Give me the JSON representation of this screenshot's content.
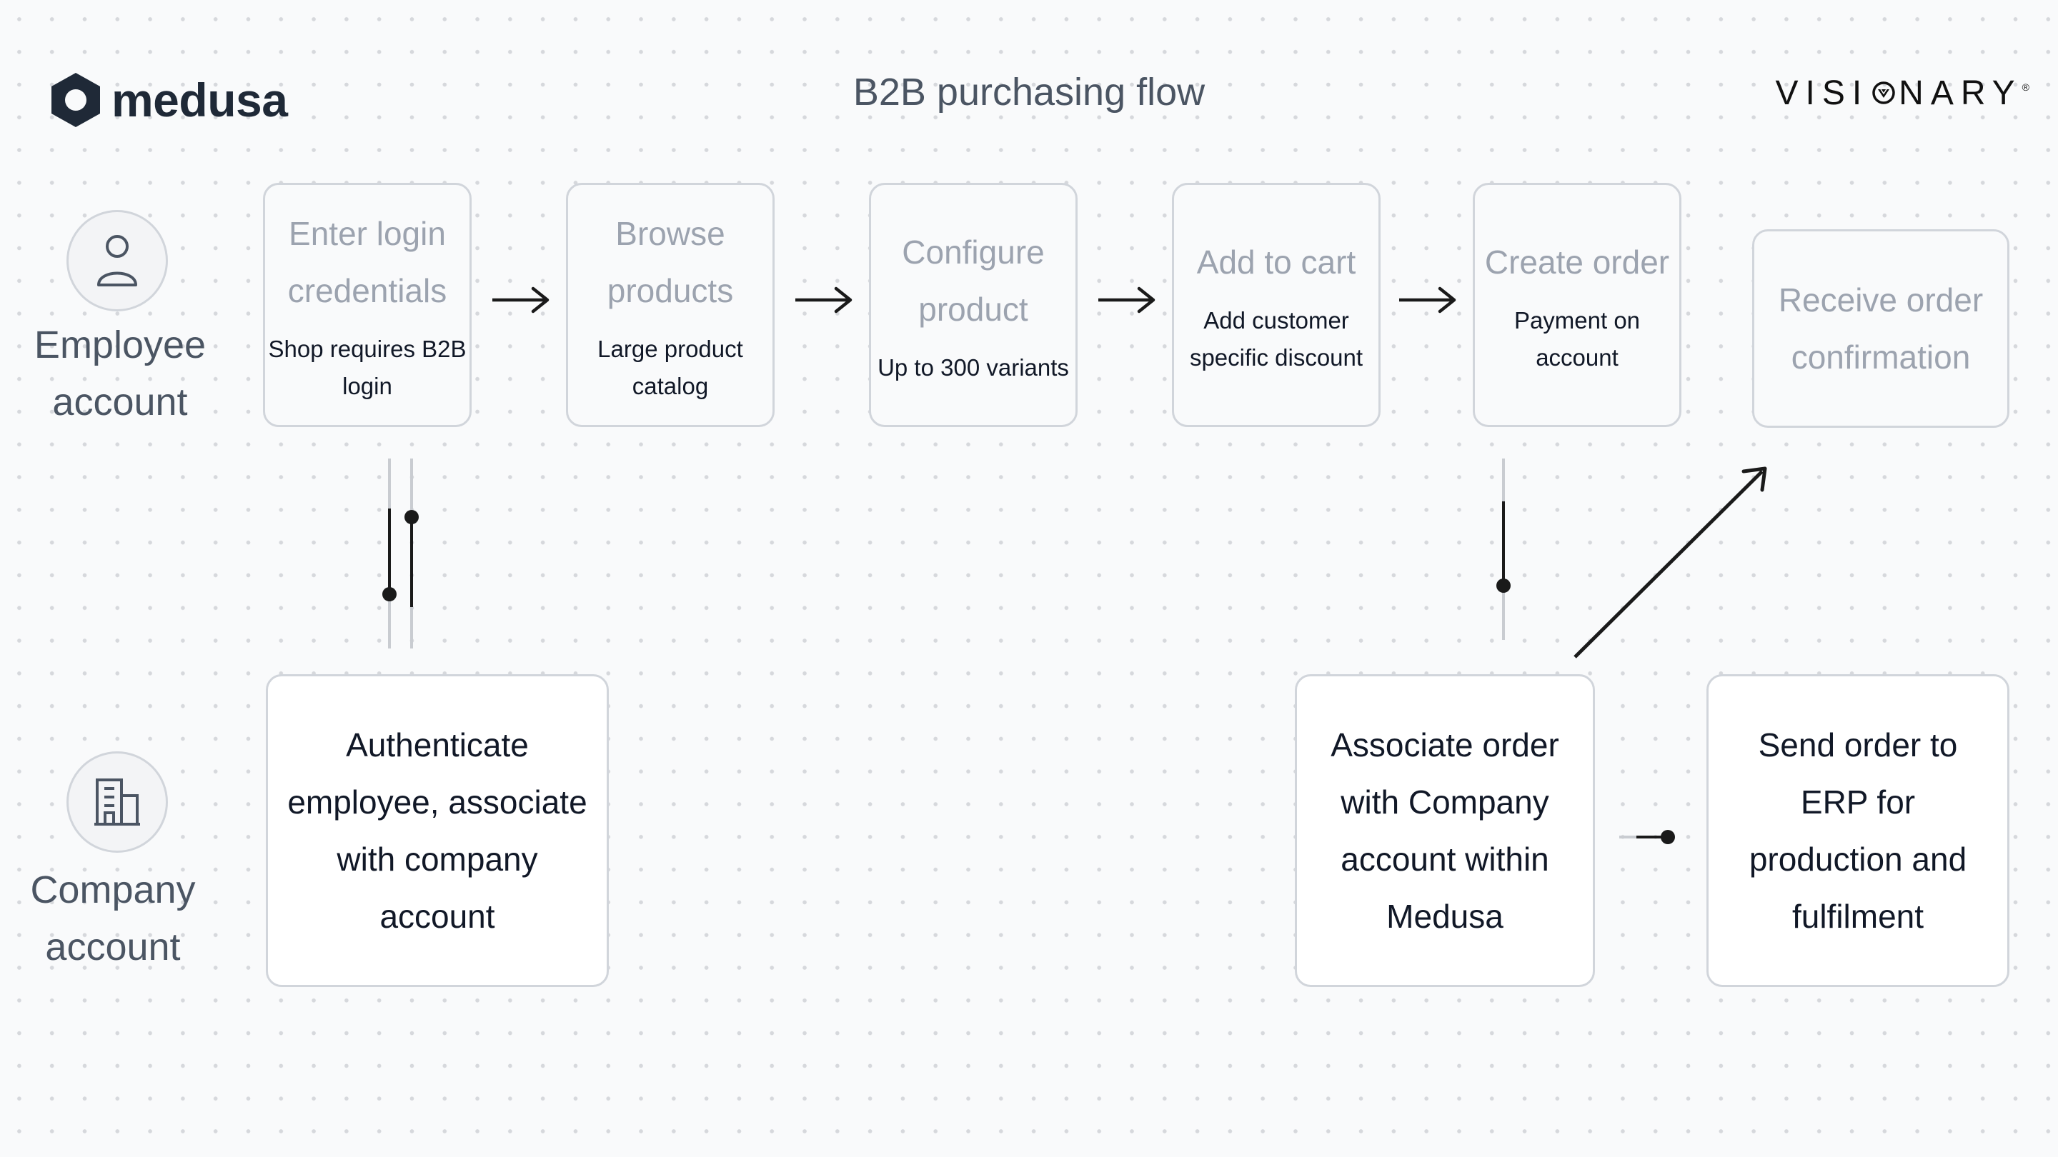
{
  "header": {
    "logo_text": "medusa",
    "title": "B2B purchasing flow",
    "brand_left": "VISI",
    "brand_right": "NARY"
  },
  "lanes": {
    "employee": {
      "label": "Employee account",
      "icon": "user-icon"
    },
    "company": {
      "label": "Company account",
      "icon": "building-icon"
    }
  },
  "steps": [
    {
      "title": "Enter login credentials",
      "subtitle": "Shop requires B2B login"
    },
    {
      "title": "Browse products",
      "subtitle": "Large product catalog"
    },
    {
      "title": "Configure product",
      "subtitle": "Up to 300 variants"
    },
    {
      "title": "Add to cart",
      "subtitle": "Add customer specific discount"
    },
    {
      "title": "Create order",
      "subtitle": "Payment on account"
    },
    {
      "title": "Receive order confirmation",
      "subtitle": ""
    }
  ],
  "actions": [
    {
      "text": "Authenticate employee, associate with company account"
    },
    {
      "text": "Associate order with Company account within Medusa"
    },
    {
      "text": "Send order to ERP for production and fulfilment"
    }
  ],
  "colors": {
    "background": "#f9fafb",
    "card_border": "#d1d5db",
    "muted_text": "#9ca3af",
    "text": "#111827",
    "connector": "#1a1a1a"
  }
}
